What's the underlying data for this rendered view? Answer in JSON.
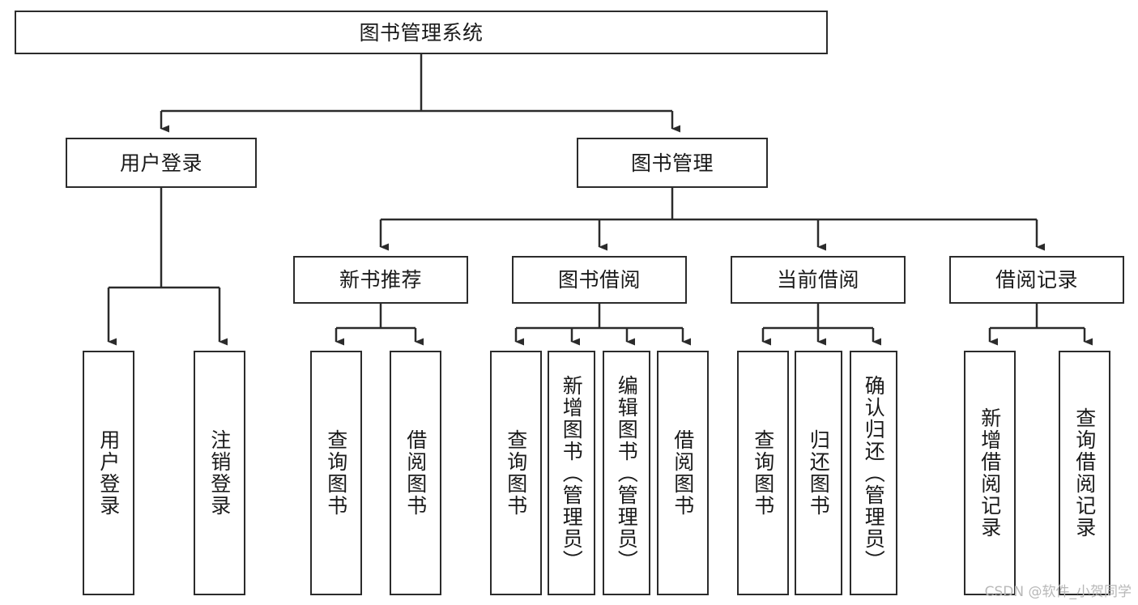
{
  "diagram": {
    "type": "tree",
    "title": "图书管理系统",
    "watermark": "CSDN @软件_小贺同学",
    "colors": {
      "box_border": "#2b2b2b",
      "box_fill": "#ffffff",
      "connector": "#2b2b2b",
      "text": "#1a1a1a",
      "watermark": "#b8b8b8"
    },
    "root": {
      "label": "图书管理系统"
    },
    "level2": [
      {
        "label": "用户登录"
      },
      {
        "label": "图书管理"
      }
    ],
    "level3": [
      {
        "label": "新书推荐"
      },
      {
        "label": "图书借阅"
      },
      {
        "label": "当前借阅"
      },
      {
        "label": "借阅记录"
      }
    ],
    "leaves": {
      "user_login": [
        {
          "label": "用户登录"
        },
        {
          "label": "注销登录"
        }
      ],
      "new_book_recommend": [
        {
          "label": "查询图书"
        },
        {
          "label": "借阅图书"
        }
      ],
      "book_borrow": [
        {
          "label": "查询图书"
        },
        {
          "label": "新增图书（管理员）"
        },
        {
          "label": "编辑图书（管理员）"
        },
        {
          "label": "借阅图书"
        }
      ],
      "current_borrow": [
        {
          "label": "查询图书"
        },
        {
          "label": "归还图书"
        },
        {
          "label": "确认归还（管理员）"
        }
      ],
      "borrow_record": [
        {
          "label": "新增借阅记录"
        },
        {
          "label": "查询借阅记录"
        }
      ]
    }
  }
}
